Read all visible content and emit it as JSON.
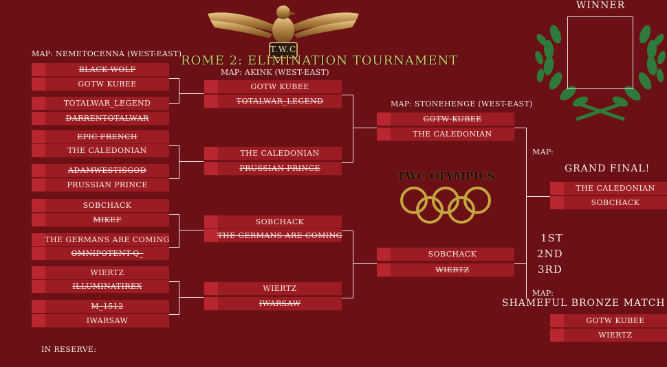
{
  "header": {
    "logo_text": "T.W.C",
    "title": "ROME 2: ELIMINATION TOURNAMENT",
    "winner_label": "WINNER"
  },
  "round1": {
    "map_label": "MAP: NEMETOCENNA  (WEST-EAST)",
    "slots": [
      {
        "name": "BLACK WOLF",
        "loser": true
      },
      {
        "name": "GOTW KUBEE",
        "loser": false
      },
      {
        "name": "TOTALWAR_LEGEND",
        "loser": false
      },
      {
        "name": "DARRENTOTALWAR",
        "loser": true
      },
      {
        "name": "EPIC FRENCH",
        "loser": true
      },
      {
        "name": "THE CALEDONIAN",
        "loser": false
      },
      {
        "name": "ADAMWESTISGOD",
        "loser": true
      },
      {
        "name": "PRUSSIAN PRINCE",
        "loser": false
      },
      {
        "name": "SOBCHACK",
        "loser": false
      },
      {
        "name": "MIKEF",
        "loser": true
      },
      {
        "name": "THE GERMANS ARE COMING",
        "loser": false
      },
      {
        "name": "OMNIPOTENT-Q_",
        "loser": true
      },
      {
        "name": "WIERTZ",
        "loser": false
      },
      {
        "name": "ILLUMINATIREX",
        "loser": true
      },
      {
        "name": "M_1512",
        "loser": true
      },
      {
        "name": "IWARSAW",
        "loser": false
      }
    ]
  },
  "round2": {
    "map_label": "MAP:  AKINK (WEST-EAST)",
    "slots": [
      {
        "name": "GOTW KUBEE",
        "loser": false
      },
      {
        "name": "TOTALWAR_LEGEND",
        "loser": true
      },
      {
        "name": "THE CALEDONIAN",
        "loser": false
      },
      {
        "name": "PRUSSIAN PRINCE",
        "loser": true
      },
      {
        "name": "SOBCHACK",
        "loser": false
      },
      {
        "name": "THE GERMANS ARE COMING",
        "loser": true
      },
      {
        "name": "WIERTZ",
        "loser": false
      },
      {
        "name": "IWARSAW",
        "loser": true
      }
    ]
  },
  "round3": {
    "map_label": "MAP:  STONEHENGE (WEST-EAST)",
    "slots": [
      {
        "name": "GOTW KUBEE",
        "loser": true
      },
      {
        "name": "THE CALEDONIAN",
        "loser": false
      },
      {
        "name": "SOBCHACK",
        "loser": false
      },
      {
        "name": "WIERTZ",
        "loser": true
      }
    ]
  },
  "olympics_label": "TWC OLYMPICS",
  "final": {
    "map_label": "MAP:",
    "title": "GRAND FINAL!",
    "slots": [
      {
        "name": "THE CALEDONIAN",
        "loser": false
      },
      {
        "name": "SOBCHACK",
        "loser": false
      }
    ]
  },
  "placings": [
    "1ST",
    "2ND",
    "3RD"
  ],
  "bronze": {
    "map_label": "MAP:",
    "title": "SHAMEFUL BRONZE MATCH",
    "slots": [
      {
        "name": "GOTW KUBEE",
        "loser": false
      },
      {
        "name": "WIERTZ",
        "loser": false
      }
    ]
  },
  "reserve_label": "IN RESERVE:",
  "colors": {
    "background": "#6b1116",
    "slot": "#9c1c23",
    "seed": "#b82730",
    "title_gold": "#d8c36a",
    "laurel_green": "#2f7a3a"
  },
  "icons": [
    "eagle-emblem-icon",
    "laurel-wreath-icon",
    "olympic-rings-icon"
  ]
}
